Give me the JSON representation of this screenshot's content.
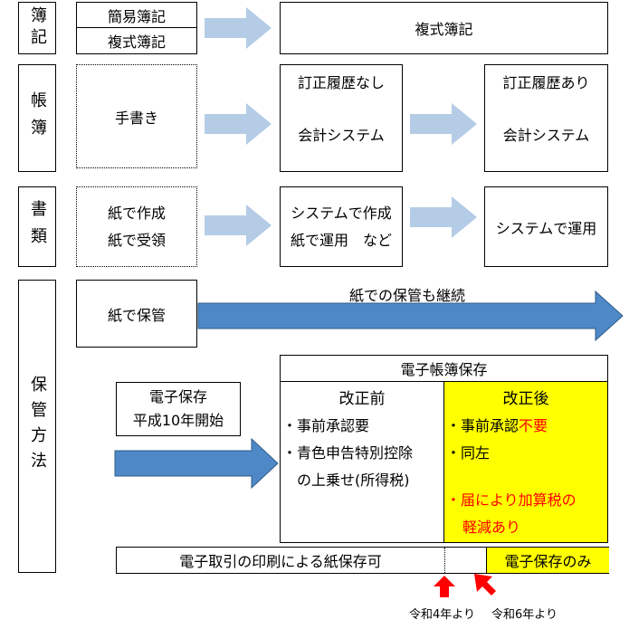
{
  "rows": {
    "boki": {
      "label": "簿記",
      "left_top": "簡易簿記",
      "left_bottom": "複式簿記",
      "right": "複式簿記"
    },
    "chobo": {
      "label": "帳簿",
      "left": "手書き",
      "mid_title": "訂正履歴なし",
      "mid_body": "会計システム",
      "right_title": "訂正履歴あり",
      "right_body": "会計システム"
    },
    "shorui": {
      "label": "書類",
      "left_line1": "紙で作成",
      "left_line2": "紙で受領",
      "mid_line1": "システムで作成",
      "mid_line2": "紙で運用　など",
      "right": "システムで運用"
    },
    "hokan": {
      "label": "保管方法",
      "paper_box": "紙で保管",
      "paper_arrow_text": "紙での保管も継続",
      "denshi_box_line1": "電子保存",
      "denshi_box_line2": "平成10年開始",
      "ledger_title": "電子帳簿保存",
      "before": {
        "title": "改正前",
        "item1": "・事前承認要",
        "item2a": "・青色申告特別控除",
        "item2b": "の上乗せ(所得税)"
      },
      "after": {
        "title": "改正後",
        "item1_prefix": "・事前承認",
        "item1_red": "不要",
        "item2": "・同左",
        "item3a": "・届により加算税の",
        "item3b": "軽減あり"
      },
      "print_bar": "電子取引の印刷による紙保存可",
      "denshi_only": "電子保存のみ",
      "r4_label": "令和4年より",
      "r6_label": "令和6年より"
    }
  },
  "colors": {
    "light_arrow": "#b4cce6",
    "blue_arrow": "#4f88c6",
    "yellow": "#ffff00",
    "red": "#ff0000"
  }
}
